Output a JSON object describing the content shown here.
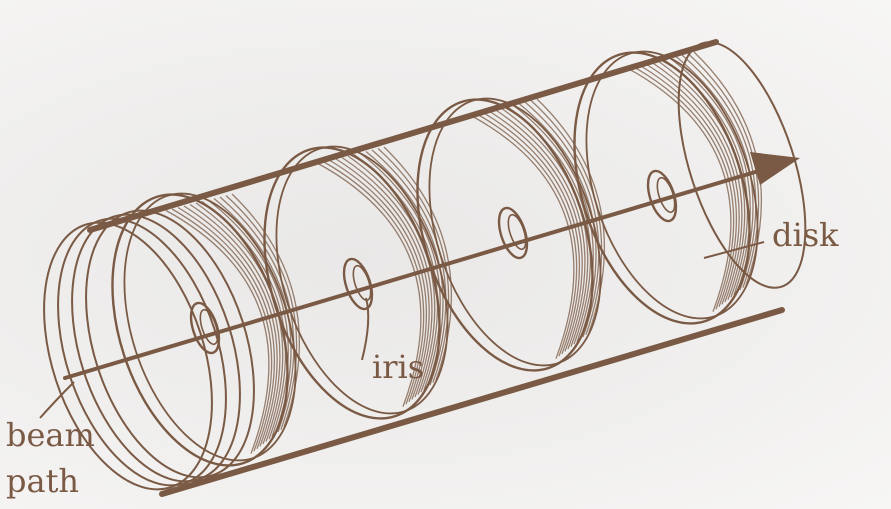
{
  "colors": {
    "ink": "#7a5a44",
    "background": "#eeedec"
  },
  "labels": {
    "disk": "disk",
    "iris": "iris",
    "beam": "beam",
    "path": "path"
  }
}
